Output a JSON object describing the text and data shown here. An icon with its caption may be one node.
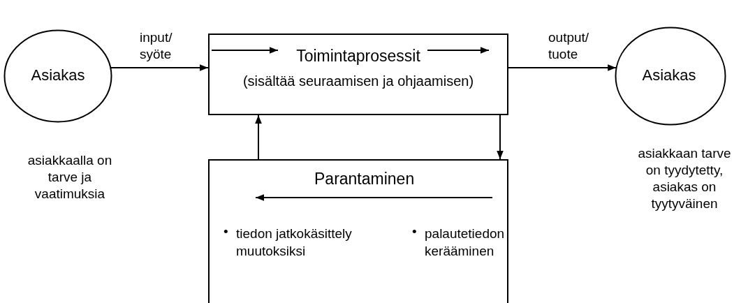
{
  "diagram": {
    "nodes": [
      {
        "text": [
          "Asiakas"
        ],
        "beside": [
          "asiakkaalla on tarve ja vaatimuksia"
        ]
      },
      {
        "text": [
          "Toimintaprosessit",
          "(sisältää seuraamisen ja ohjaamisen)"
        ]
      },
      {
        "text": [
          "Asiakas"
        ],
        "beside": [
          "asiakkaan tarve on tyydytetty, asiakas on tyytyväinen"
        ]
      },
      {
        "text": [
          "Parantaminen",
          "tiedon jatkokäsittely muutoksiksi",
          "palautetiedon kerääminen"
        ]
      }
    ],
    "edges": [
      {
        "from": 0,
        "to": 1,
        "arrow": "to",
        "label": "input/ syöte"
      },
      {
        "from": 1,
        "to": 2,
        "arrow": "to",
        "label": "output/ tuote"
      },
      {
        "from": 1,
        "to": 3,
        "arrow": "to"
      },
      {
        "from": 3,
        "to": 1,
        "arrow": "to"
      }
    ],
    "labels": [
      "•",
      "•"
    ]
  }
}
